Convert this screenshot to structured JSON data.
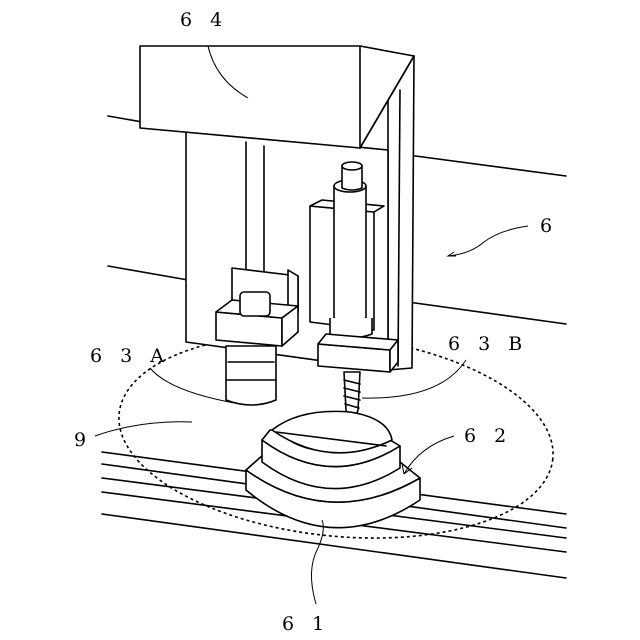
{
  "labels": {
    "l64": "6 4",
    "l6": "6",
    "l63a": "6 3 A",
    "l63b": "6 3 B",
    "l9": "9",
    "l62": "6 2",
    "l61": "6 1"
  }
}
